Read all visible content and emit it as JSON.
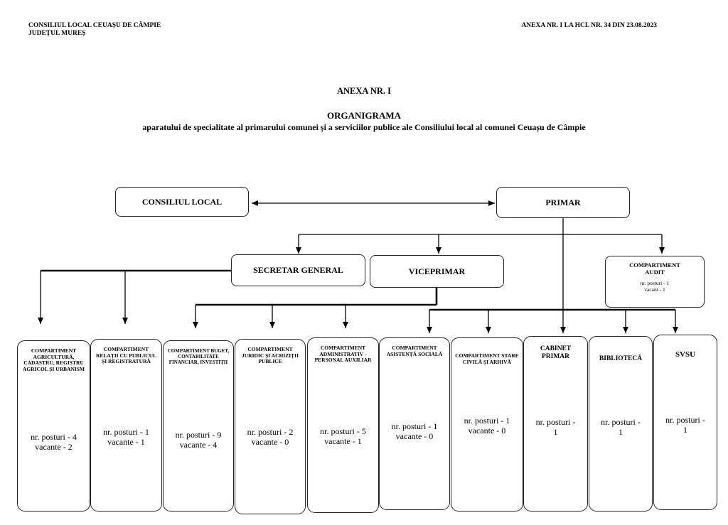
{
  "header": {
    "left_line1": "CONSILIUL LOCAL CEUAȘU DE CÂMPIE",
    "left_line2": "JUDEȚUL MUREȘ",
    "right": "ANEXA NR. I LA HCL NR. 34  DIN 23.08.2023"
  },
  "title": {
    "annex": "ANEXA NR. I",
    "heading": "ORGANIGRAMA",
    "subtitle": "aparatului de specialitate al primarului comunei și a serviciilor publice ale Consiliului local al comunei Ceuașu de Câmpie"
  },
  "nodes": {
    "consiliul": "CONSILIUL LOCAL",
    "primar": "PRIMAR",
    "secretar": "SECRETAR GENERAL",
    "viceprimar": "VICEPRIMAR",
    "audit": {
      "name1": "COMPARTIMENT",
      "name2": "AUDIT",
      "posts": "nr. posturi - 1",
      "vacant": "vacant - 1"
    }
  },
  "departments": [
    {
      "name": "COMPARTIMENT AGRICULTURĂ, CADASTRU, REGISTRU AGRICOL ȘI URBANISM",
      "posts": "nr. posturi -  4",
      "vacant": "vacante - 2"
    },
    {
      "name": "COMPARTIMENT RELAȚII CU PUBLICUL ȘI REGISTRATURĂ",
      "posts": "nr. posturi - 1",
      "vacant": "vacante - 1"
    },
    {
      "name": "COMPARTIMENT BUGET, CONTABILITATE FINANCIAR, INVESTIȚII",
      "posts": "nr. posturi - 9",
      "vacant": "vacante - 4"
    },
    {
      "name": "COMPARTIMENT JURIDIC ȘI ACHIZIȚII PUBLICE",
      "posts": "nr. posturi - 2",
      "vacant": "vacante - 0"
    },
    {
      "name": "COMPARTIMENT ADMINISTRATIV - PERSONAL AUXILIAR",
      "posts": "nr. posturi - 5",
      "vacant": "vacante - 1"
    },
    {
      "name": "COMPARTIMENT ASISTENȚĂ SOCIALĂ",
      "posts": "nr. posturi - 1",
      "vacant": "vacante - 0"
    },
    {
      "name": "COMPARTIMENT STARE CIVILĂ ȘI ARHIVĂ",
      "posts": "nr. posturi - 1",
      "vacant": "vacante - 0"
    },
    {
      "name": "CABINET PRIMAR",
      "posts": "nr. posturi -",
      "vacant": "1"
    },
    {
      "name": "BIBLIOTECĂ",
      "posts": "nr. posturi -",
      "vacant": "1"
    },
    {
      "name": "SVSU",
      "posts": "nr. posturi -",
      "vacant": "1"
    }
  ]
}
